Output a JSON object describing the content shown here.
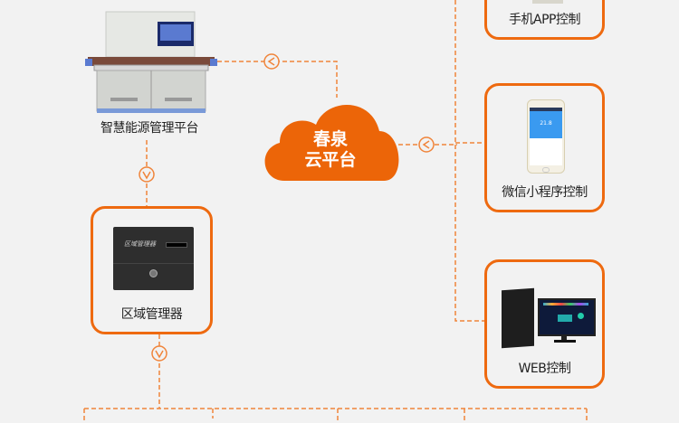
{
  "colors": {
    "accent": "#ee6a10",
    "line": "#f0843a",
    "background": "#f2f2f2"
  },
  "nodes": {
    "platform": {
      "label": "智慧能源管理平台",
      "icon": "control-console-icon"
    },
    "cloud": {
      "line1": "春泉",
      "line2": "云平台",
      "icon": "cloud-icon"
    },
    "app": {
      "label": "手机APP控制",
      "icon": "phone-icon"
    },
    "wechat": {
      "label": "微信小程序控制",
      "icon": "smartphone-icon",
      "screen_value": "21.8"
    },
    "region": {
      "label": "区域管理器",
      "icon": "cabinet-icon",
      "device_text": "区域管理器"
    },
    "web": {
      "label": "WEB控制",
      "icon": "desktop-computer-icon"
    }
  },
  "connectors": {
    "left_arrow": "<",
    "down_arrow": "v"
  }
}
